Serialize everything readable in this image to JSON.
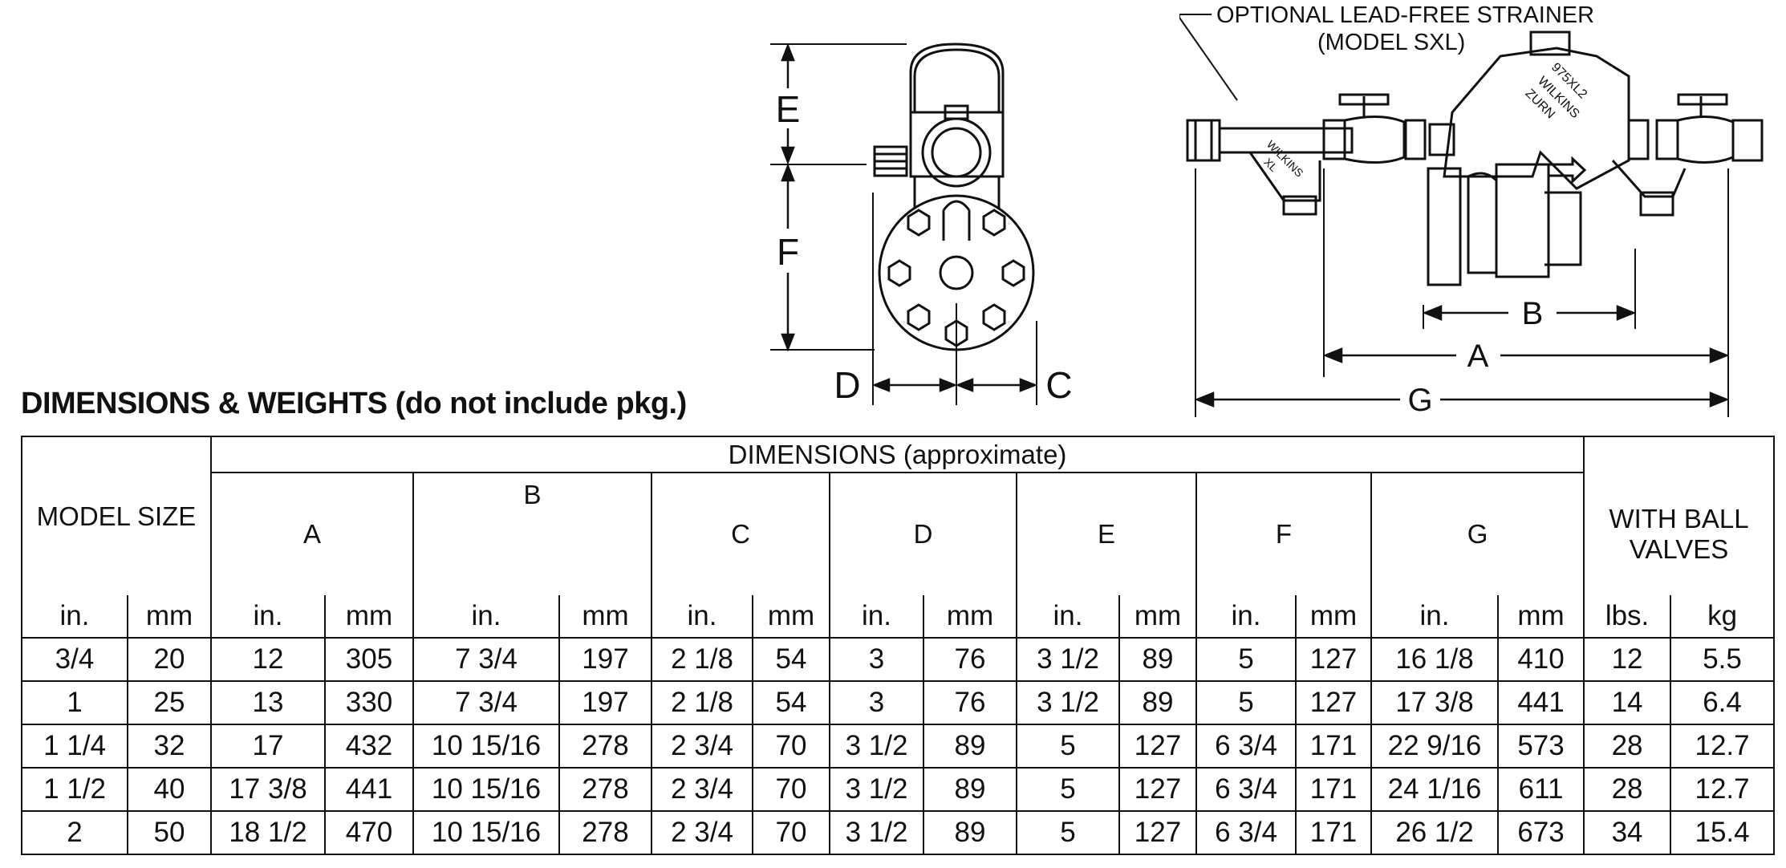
{
  "drawings": {
    "side_view": {
      "labels": {
        "e": "E",
        "f": "F",
        "d": "D",
        "c": "C"
      }
    },
    "front_view": {
      "strainer_callout": [
        "OPTIONAL LEAD-FREE STRAINER",
        "(MODEL SXL)"
      ],
      "body_marking": [
        "975XL2",
        "WILKINS",
        "ZURN"
      ],
      "strainer_marking": [
        "WILKINS",
        "XL"
      ],
      "labels": {
        "b": "B",
        "a": "A",
        "g": "G"
      }
    }
  },
  "heading": "DIMENSIONS & WEIGHTS (do not include pkg.)",
  "table": {
    "model_size_label": "MODEL SIZE",
    "dimensions_label": "DIMENSIONS (approximate)",
    "ball_valves_label": "WITH BALL VALVES",
    "dimension_letters": [
      "A",
      "B",
      "C",
      "D",
      "E",
      "F",
      "G"
    ],
    "units": [
      "in.",
      "mm",
      "in.",
      "mm",
      "in.",
      "mm",
      "in.",
      "mm",
      "in.",
      "mm",
      "in.",
      "mm",
      "in.",
      "mm",
      "in.",
      "mm",
      "lbs.",
      "kg"
    ],
    "rows": [
      [
        "3/4",
        "20",
        "12",
        "305",
        "7 3/4",
        "197",
        "2 1/8",
        "54",
        "3",
        "76",
        "3 1/2",
        "89",
        "5",
        "127",
        "16 1/8",
        "410",
        "12",
        "5.5"
      ],
      [
        "1",
        "25",
        "13",
        "330",
        "7 3/4",
        "197",
        "2 1/8",
        "54",
        "3",
        "76",
        "3 1/2",
        "89",
        "5",
        "127",
        "17 3/8",
        "441",
        "14",
        "6.4"
      ],
      [
        "1 1/4",
        "32",
        "17",
        "432",
        "10 15/16",
        "278",
        "2 3/4",
        "70",
        "3 1/2",
        "89",
        "5",
        "127",
        "6 3/4",
        "171",
        "22 9/16",
        "573",
        "28",
        "12.7"
      ],
      [
        "1 1/2",
        "40",
        "17 3/8",
        "441",
        "10 15/16",
        "278",
        "2 3/4",
        "70",
        "3 1/2",
        "89",
        "5",
        "127",
        "6 3/4",
        "171",
        "24 1/16",
        "611",
        "28",
        "12.7"
      ],
      [
        "2",
        "50",
        "18 1/2",
        "470",
        "10 15/16",
        "278",
        "2 3/4",
        "70",
        "3 1/2",
        "89",
        "5",
        "127",
        "6 3/4",
        "171",
        "26 1/2",
        "673",
        "34",
        "15.4"
      ]
    ]
  }
}
